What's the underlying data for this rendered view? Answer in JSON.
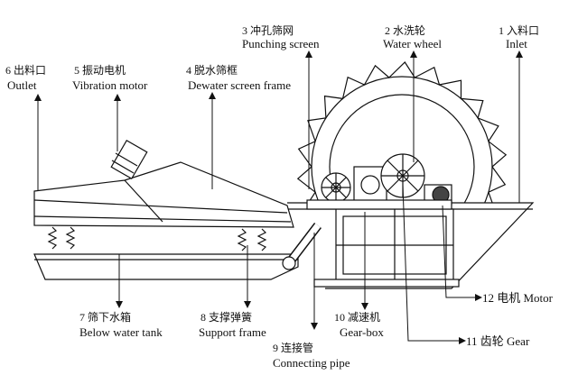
{
  "labels": {
    "inlet": {
      "zh": "1 入料口",
      "en": "Inlet"
    },
    "water_wheel": {
      "zh": "2 水洗轮",
      "en": "Water wheel"
    },
    "punching_screen": {
      "zh": "3 冲孔筛网",
      "en": "Punching screen"
    },
    "dewater_screen_frame": {
      "zh": "4 脱水筛框",
      "en": "Dewater screen frame"
    },
    "vibration_motor": {
      "zh": "5 振动电机",
      "en": "Vibration motor"
    },
    "outlet": {
      "zh": "6 出料口",
      "en": "Outlet"
    },
    "below_water_tank": {
      "zh": "7 筛下水箱",
      "en": "Below water tank"
    },
    "support_frame": {
      "zh": "8 支撑弹簧",
      "en": "Support frame"
    },
    "connecting_pipe": {
      "zh": "9 连接管",
      "en": "Connecting pipe"
    },
    "gear_box": {
      "zh": "10 减速机",
      "en": "Gear-box"
    },
    "gear": {
      "zh": "11 齿轮 Gear"
    },
    "motor": {
      "zh": "12 电机 Motor"
    }
  }
}
